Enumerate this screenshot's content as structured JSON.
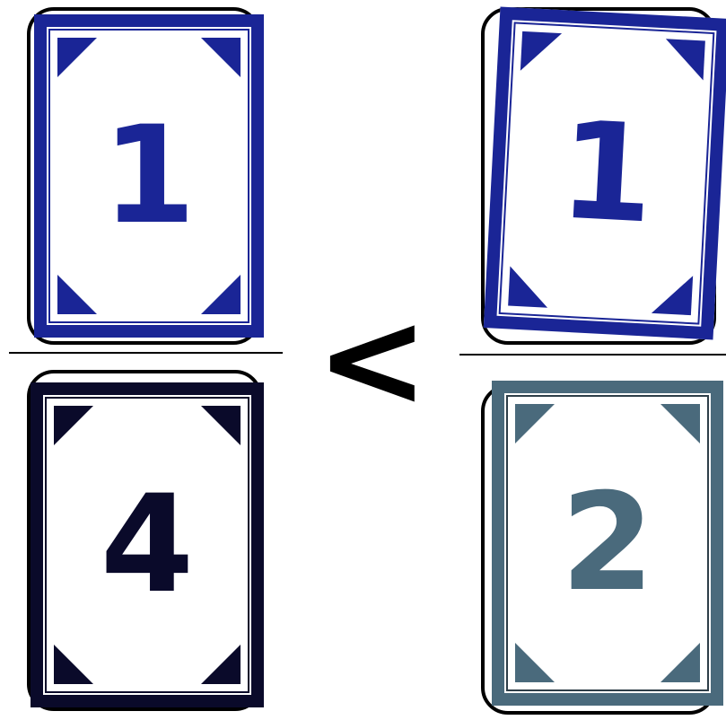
{
  "left_fraction": {
    "numerator": {
      "value": "1",
      "color": "#1a2596"
    },
    "denominator": {
      "value": "4",
      "color": "#0a0a2a"
    }
  },
  "comparison": {
    "symbol": "<"
  },
  "right_fraction": {
    "numerator": {
      "value": "1",
      "color": "#1a2596"
    },
    "denominator": {
      "value": "2",
      "color": "#4a6a7c"
    }
  }
}
